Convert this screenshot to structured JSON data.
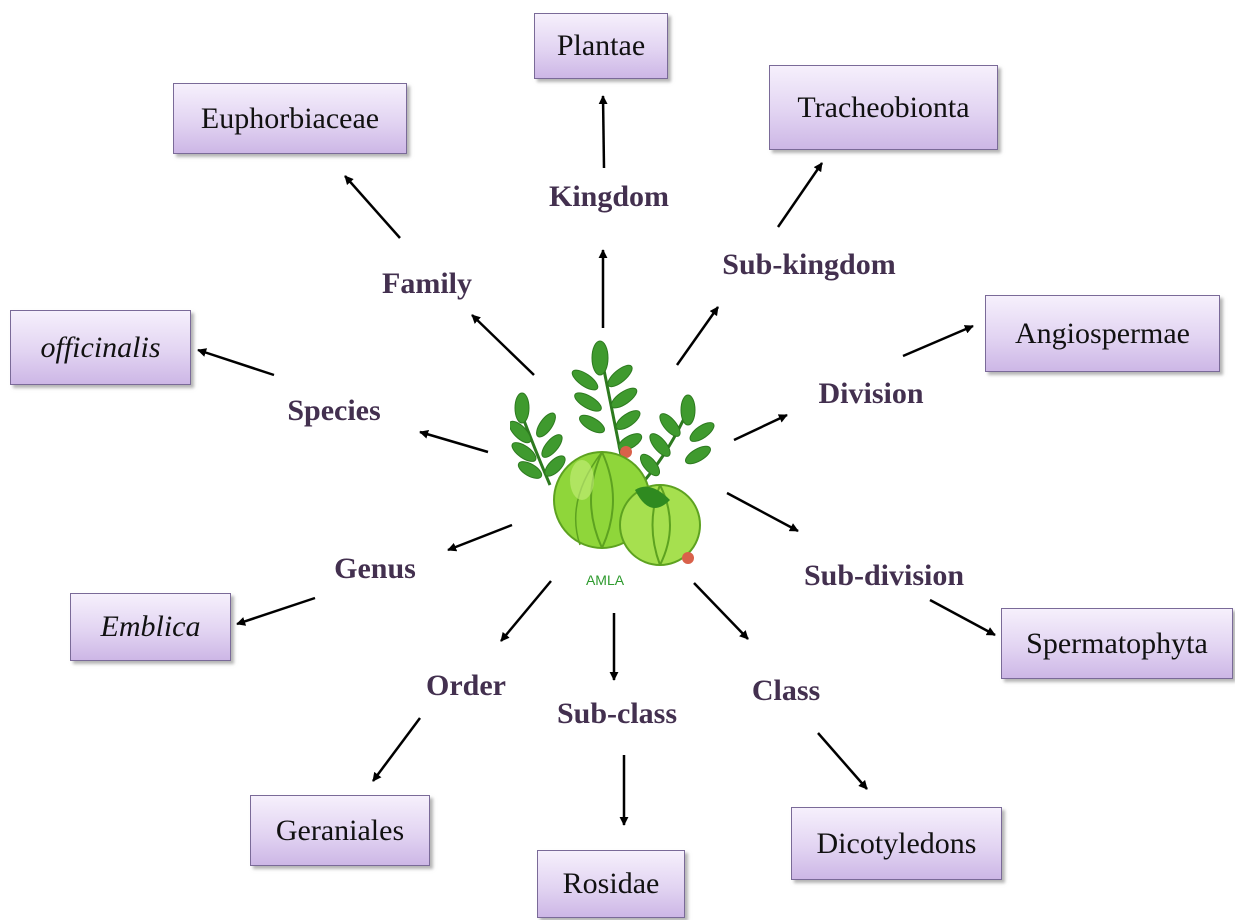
{
  "center": {
    "caption": "AMLA",
    "icon": "amla-fruit-plant-icon"
  },
  "colors": {
    "rank_label": "#43304f",
    "box_top": "#f6f0fc",
    "box_bottom": "#cdb7e6",
    "box_border": "#7a6a98",
    "arrow": "#000000",
    "leaf": "#3f9a2e",
    "fruit": "#8fd63a",
    "caption": "#2e9a2e"
  },
  "taxonomy": [
    {
      "rank": "Kingdom",
      "value": "Plantae"
    },
    {
      "rank": "Sub-kingdom",
      "value": "Tracheobionta"
    },
    {
      "rank": "Division",
      "value": "Angiospermae"
    },
    {
      "rank": "Sub-division",
      "value": "Spermatophyta"
    },
    {
      "rank": "Class",
      "value": "Dicotyledons"
    },
    {
      "rank": "Sub-class",
      "value": "Rosidae"
    },
    {
      "rank": "Order",
      "value": "Geraniales"
    },
    {
      "rank": "Genus",
      "value": "Emblica"
    },
    {
      "rank": "Species",
      "value": "officinalis"
    },
    {
      "rank": "Family",
      "value": "Euphorbiaceae"
    }
  ]
}
